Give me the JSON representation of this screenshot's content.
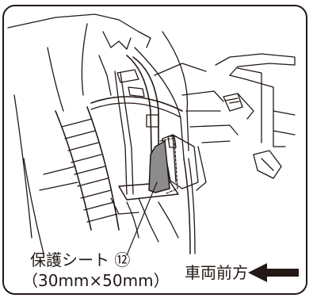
{
  "labels": {
    "sheet_name": "保護シート ⑫",
    "sheet_size": "（30mm×50mm）",
    "direction": "車両前方"
  },
  "colors": {
    "line": "#231815",
    "sheet_fill": "#8c8c8c"
  },
  "icons": {
    "direction_arrow": "left-arrow-icon"
  }
}
